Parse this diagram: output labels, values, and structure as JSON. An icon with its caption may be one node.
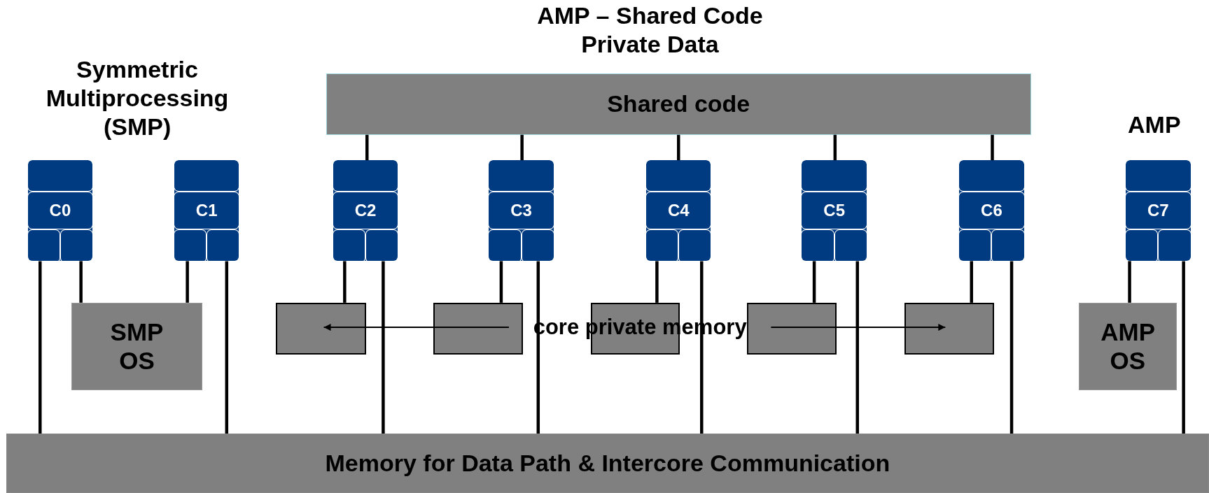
{
  "diagram": {
    "nodes": [
      {
        "text": [
          "Shared code"
        ]
      },
      {
        "text": [
          "C0"
        ]
      },
      {
        "text": [
          "C1"
        ]
      },
      {
        "text": [
          "C2"
        ]
      },
      {
        "text": [
          "C3"
        ]
      },
      {
        "text": [
          "C4"
        ]
      },
      {
        "text": [
          "C5"
        ]
      },
      {
        "text": [
          "C6"
        ]
      },
      {
        "text": [
          "C7"
        ]
      },
      {
        "text": [
          "SMP OS"
        ]
      },
      {
        "text": [],
        "shape": "box"
      },
      {
        "text": [],
        "shape": "box"
      },
      {
        "text": [],
        "shape": "box"
      },
      {
        "text": [],
        "shape": "box"
      },
      {
        "text": [],
        "shape": "box"
      },
      {
        "text": [
          "core private memory"
        ]
      },
      {
        "text": [
          "AMP OS"
        ]
      },
      {
        "text": [
          "Memory for Data Path & Intercore Communication"
        ]
      }
    ],
    "edges": [
      {
        "from": 0,
        "to": 3,
        "arrow": "none"
      },
      {
        "from": 0,
        "to": 4,
        "arrow": "none"
      },
      {
        "from": 0,
        "to": 5,
        "arrow": "none"
      },
      {
        "from": 0,
        "to": 6,
        "arrow": "none"
      },
      {
        "from": 0,
        "to": 7,
        "arrow": "none"
      },
      {
        "from": 1,
        "to": 9,
        "arrow": "none"
      },
      {
        "from": 2,
        "to": 9,
        "arrow": "none"
      },
      {
        "from": 3,
        "to": 10,
        "arrow": "none"
      },
      {
        "from": 4,
        "to": 11,
        "arrow": "none"
      },
      {
        "from": 5,
        "to": 12,
        "arrow": "none"
      },
      {
        "from": 6,
        "to": 13,
        "arrow": "none"
      },
      {
        "from": 7,
        "to": 14,
        "arrow": "none"
      },
      {
        "from": 8,
        "to": 16,
        "arrow": "none"
      },
      {
        "from": 1,
        "to": 17,
        "arrow": "none"
      },
      {
        "from": 2,
        "to": 17,
        "arrow": "none"
      },
      {
        "from": 3,
        "to": 17,
        "arrow": "none"
      },
      {
        "from": 4,
        "to": 17,
        "arrow": "none"
      },
      {
        "from": 5,
        "to": 17,
        "arrow": "none"
      },
      {
        "from": 6,
        "to": 17,
        "arrow": "none"
      },
      {
        "from": 7,
        "to": 17,
        "arrow": "none"
      },
      {
        "from": 8,
        "to": 17,
        "arrow": "none"
      },
      {
        "from": 15,
        "to": 10,
        "arrow": "to"
      },
      {
        "from": 15,
        "to": 14,
        "arrow": "to"
      }
    ],
    "labels": [
      "AMP – Shared Code Private Data",
      "Symmetric Multiprocessing (SMP)",
      "AMP"
    ]
  }
}
